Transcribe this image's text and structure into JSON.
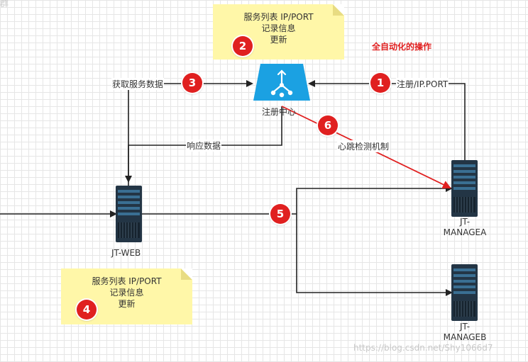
{
  "top_fragment": "群",
  "note_top": {
    "lines": [
      "服务列表 IP/PORT",
      "记录信息",
      "更新"
    ]
  },
  "note_bottom": {
    "lines": [
      "服务列表 IP/PORT",
      "记录信息",
      "更新"
    ]
  },
  "automation_text": "全自动化的操作",
  "registry": {
    "label": "注册中心"
  },
  "nodes": {
    "web": "JT-WEB",
    "managea_line1": "JT-",
    "managea_line2": "MANAGEA",
    "manageb_line1": "JT-",
    "manageb_line2": "MANAGEB"
  },
  "edges": {
    "fetch": "获取服务数据",
    "respond": "响应数据",
    "register": "注册/IP.PORT",
    "heartbeat": "心跳检测机制"
  },
  "badges": [
    "1",
    "2",
    "3",
    "4",
    "5",
    "6"
  ],
  "watermark": "https://blog.csdn.net/Shy1066d7",
  "colors": {
    "note": "#fff7a8",
    "badge": "#e02020",
    "hub": "#1ba1e2",
    "server": "#233545",
    "heartbeat": "#e02020"
  },
  "icons": {
    "hub": "hub-icon",
    "server": "server-icon"
  }
}
